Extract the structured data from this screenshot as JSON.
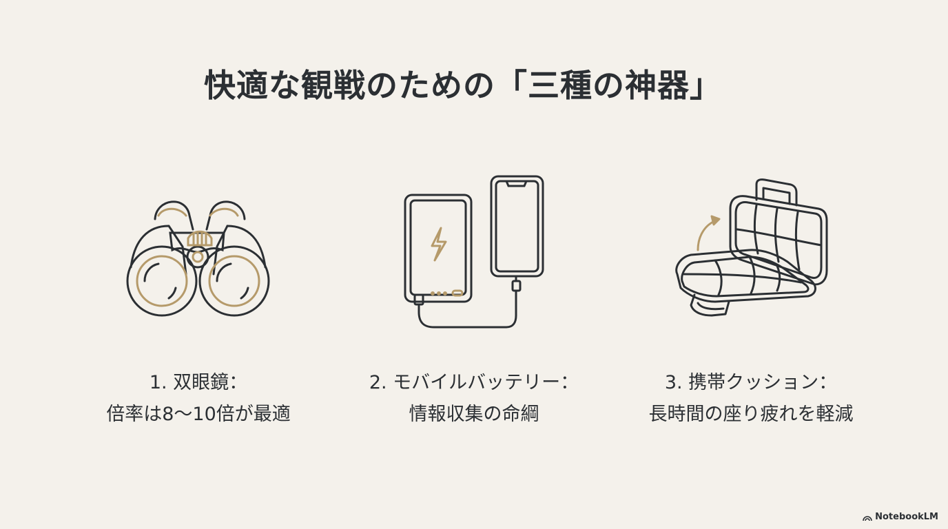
{
  "title": "快適な観戦のための「三種の神器」",
  "items": [
    {
      "icon": "binoculars-icon",
      "heading": "1. 双眼鏡：",
      "description": "倍率は8〜10倍が最適"
    },
    {
      "icon": "mobile-battery-icon",
      "heading": "2. モバイルバッテリー：",
      "description": "情報収集の命綱"
    },
    {
      "icon": "portable-cushion-icon",
      "heading": "3. 携帯クッション：",
      "description": "長時間の座り疲れを軽減"
    }
  ],
  "brand": "NotebookLM",
  "colors": {
    "background": "#f4f1eb",
    "ink": "#2b2f33",
    "accent": "#b59a6a"
  }
}
